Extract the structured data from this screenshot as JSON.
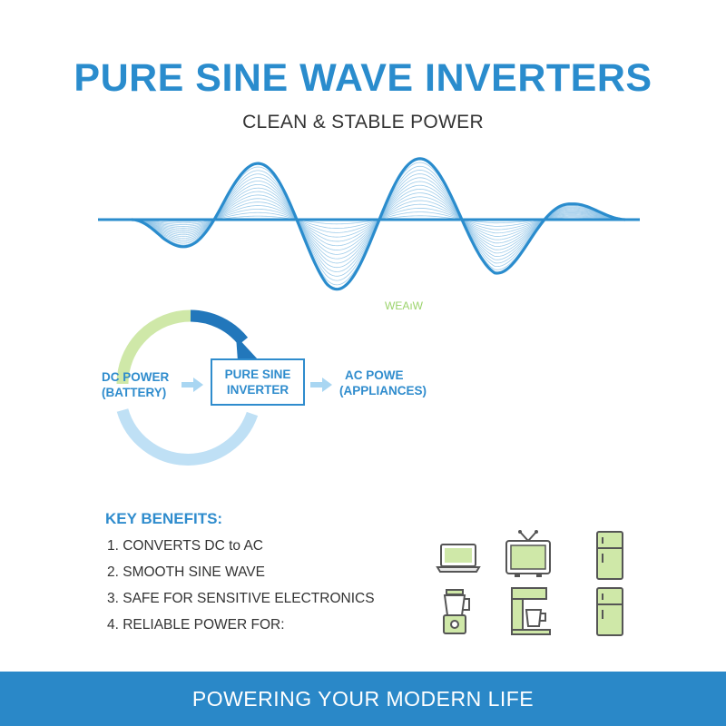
{
  "header": {
    "title": "PURE SINE WAVE INVERTERS",
    "subtitle": "CLEAN & STABLE POWER"
  },
  "wave": {
    "caption": "WEAıW",
    "color": "#2a8ccd"
  },
  "flow": {
    "source": [
      "DC POWER",
      "(BATTERY)"
    ],
    "device": [
      "PURE SINE",
      "INVERTER"
    ],
    "output": [
      "AC POWE",
      "(APPLIANCES)"
    ],
    "colors": {
      "green": "#cfe8a8",
      "dark_blue": "#2277bb",
      "light_blue": "#bfe0f5"
    }
  },
  "benefits": {
    "title": "KEY BENEFITS:",
    "items": [
      "1. CONVERTS DC to AC",
      "2. SMOOTH SINE WAVE",
      "3. SAFE FOR SENSITIVE ELECTRONICS",
      "4. RELIABLE POWER FOR:"
    ]
  },
  "appliances": [
    "laptop-icon",
    "tv-icon",
    "refrigerator-icon",
    "blender-icon",
    "coffee-maker-icon",
    "refrigerator-icon"
  ],
  "footer": {
    "text": "POWERING YOUR MODERN LIFE",
    "color": "#2a88c8"
  }
}
